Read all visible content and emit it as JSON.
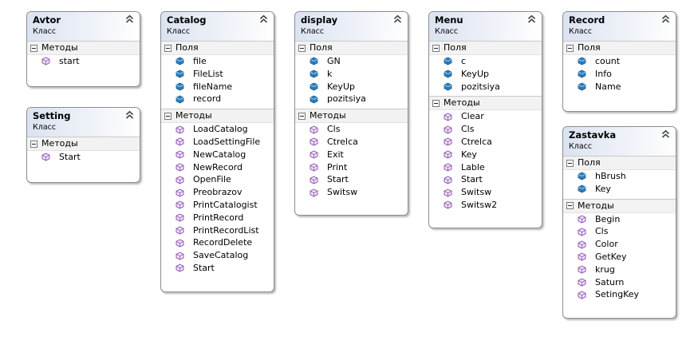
{
  "labels": {
    "fields": "Поля",
    "methods": "Методы"
  },
  "colors": {
    "header_gradient_start": "#dbe3f1",
    "field_icon": "#2e7fbf",
    "method_icon": "#8a4bb0",
    "border": "#8d8d8d"
  },
  "icons": {
    "field": "field-icon",
    "method": "method-icon",
    "collapse": "chevron-double-up-icon",
    "section_toggle": "minus-icon"
  },
  "classes": [
    {
      "name": "Avtor",
      "stereotype": "Класс",
      "fields": [],
      "methods": [
        "start"
      ]
    },
    {
      "name": "Setting",
      "stereotype": "Класс",
      "fields": [],
      "methods": [
        "Start"
      ]
    },
    {
      "name": "Catalog",
      "stereotype": "Класс",
      "fields": [
        "file",
        "FileList",
        "fileName",
        "record"
      ],
      "methods": [
        "LoadCatalog",
        "LoadSettingFile",
        "NewCatalog",
        "NewRecord",
        "OpenFile",
        "Preobrazov",
        "PrintCatalogist",
        "PrintRecord",
        "PrintRecordList",
        "RecordDelete",
        "SaveCatalog",
        "Start"
      ]
    },
    {
      "name": "display",
      "stereotype": "Класс",
      "fields": [
        "GN",
        "k",
        "KeyUp",
        "pozitsiya"
      ],
      "methods": [
        "Cls",
        "Ctrelca",
        "Exit",
        "Print",
        "Start",
        "Switsw"
      ]
    },
    {
      "name": "Menu",
      "stereotype": "Класс",
      "fields": [
        "c",
        "KeyUp",
        "pozitsiya"
      ],
      "methods": [
        "Clear",
        "Cls",
        "Ctrelca",
        "Key",
        "Lable",
        "Start",
        "Switsw",
        "Switsw2"
      ]
    },
    {
      "name": "Record",
      "stereotype": "Класс",
      "fields": [
        "count",
        "Info",
        "Name"
      ],
      "methods": []
    },
    {
      "name": "Zastavka",
      "stereotype": "Класс",
      "fields": [
        "hBrush",
        "Key"
      ],
      "methods": [
        "Begin",
        "Cls",
        "Color",
        "GetKey",
        "krug",
        "Saturn",
        "SetingKey"
      ]
    }
  ]
}
